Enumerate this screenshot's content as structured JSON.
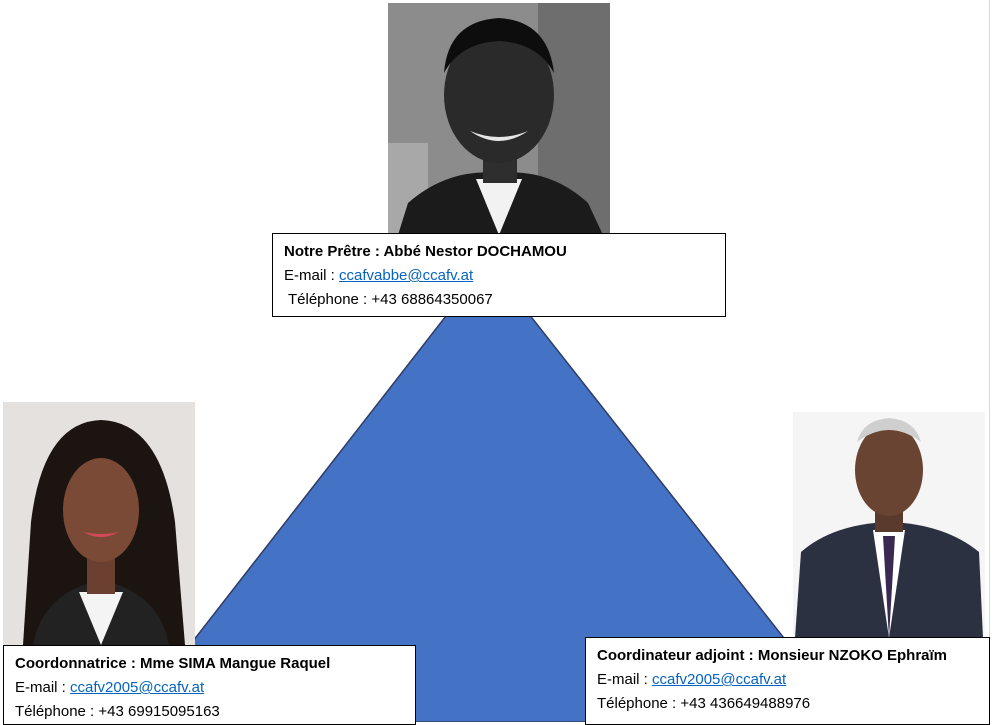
{
  "priest": {
    "title": "Notre Prêtre : Abbé Nestor DOCHAMOU",
    "email_label": "E-mail : ",
    "email": "ccafvabbe@ccafv.at",
    "phone": "Téléphone : +43 68864350067"
  },
  "coordinatrice": {
    "title": "Coordonnatrice : Mme SIMA Mangue Raquel",
    "email_label": "E-mail : ",
    "email": "ccafv2005@ccafv.at",
    "phone": "Téléphone : +43 69915095163"
  },
  "coordinateur_adjoint": {
    "title": "Coordinateur adjoint : Monsieur NZOKO Ephraïm",
    "email_label": "E-mail : ",
    "email": "ccafv2005@ccafv.at",
    "phone": "Téléphone : +43 436649488976"
  },
  "colors": {
    "triangle_fill": "#4472c4",
    "triangle_stroke": "#2f3c63",
    "link": "#0563c1"
  }
}
